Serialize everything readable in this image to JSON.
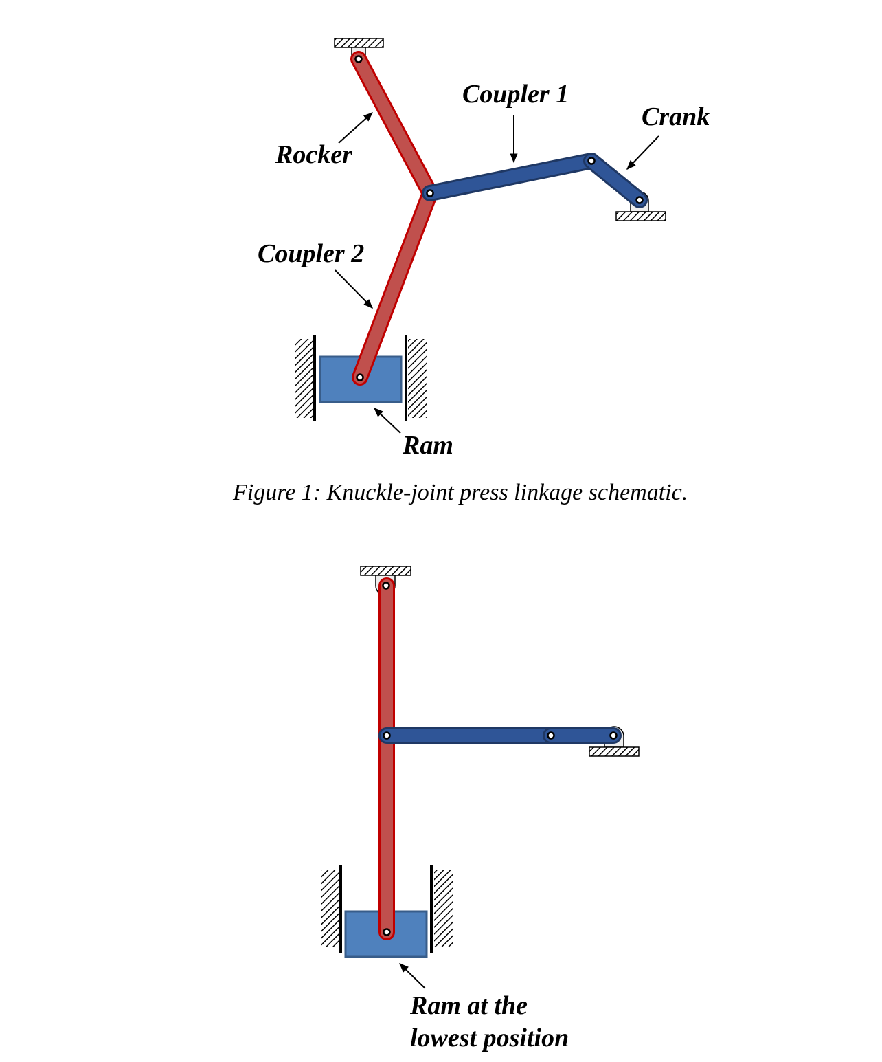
{
  "colors": {
    "rocker_fill": "#c0504d",
    "rocker_stroke": "#c00000",
    "coupler_fill": "#2f5597",
    "coupler_stroke": "#1f3864",
    "ram_fill": "#4f81bd",
    "ram_stroke": "#385d8a"
  },
  "figure1": {
    "labels": {
      "rocker": "Rocker",
      "coupler1": "Coupler 1",
      "crank": "Crank",
      "coupler2": "Coupler 2",
      "ram": "Ram"
    },
    "caption": "Figure 1:  Knuckle-joint press linkage schematic."
  },
  "figure2": {
    "labels": {
      "ram_lowest_line1": "Ram at the",
      "ram_lowest_line2": "lowest position"
    }
  }
}
